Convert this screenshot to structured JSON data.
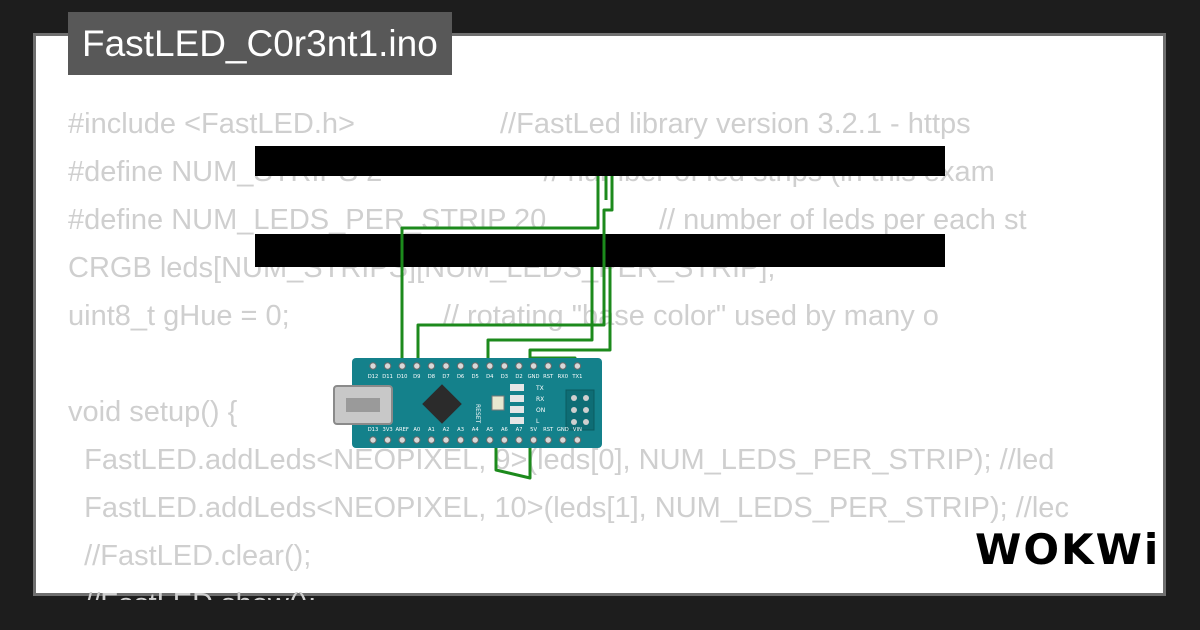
{
  "title": "FastLED_C0r3nt1.ino",
  "brand": "WOKWi",
  "code_lines": [
    "#include <FastLED.h>                  //FastLed library version 3.2.1 - https",
    "#define NUM_STRIPS 2                    // number of led strips (in this exam",
    "#define NUM_LEDS_PER_STRIP 20              // number of leds per each st",
    "CRGB leds[NUM_STRIPS][NUM_LEDS_PER_STRIP];",
    "uint8_t gHue = 0;                   // rotating \"base color\" used by many o",
    "",
    "void setup() {",
    "  FastLED.addLeds<NEOPIXEL, 9>(leds[0], NUM_LEDS_PER_STRIP); //led",
    "  FastLED.addLeds<NEOPIXEL, 10>(leds[1], NUM_LEDS_PER_STRIP); //lec",
    "  //FastLED.clear();",
    "  //FastLED.show();"
  ],
  "board": {
    "top_pins": [
      "D12",
      "D11",
      "D10",
      "D9",
      "D8",
      "D7",
      "D6",
      "D5",
      "D4",
      "D3",
      "D2",
      "GND",
      "RST",
      "RX0",
      "TX1"
    ],
    "bottom_pins": [
      "D13",
      "3V3",
      "AREF",
      "A0",
      "A1",
      "A2",
      "A3",
      "A4",
      "A5",
      "A6",
      "A7",
      "5V",
      "RST",
      "GND",
      "VIN"
    ],
    "labels": {
      "reset": "RESET",
      "tx": "TX",
      "rx": "RX",
      "on": "ON",
      "l": "L"
    },
    "pcb_color": "#14818b",
    "wire_color": "#1c8a1c"
  }
}
